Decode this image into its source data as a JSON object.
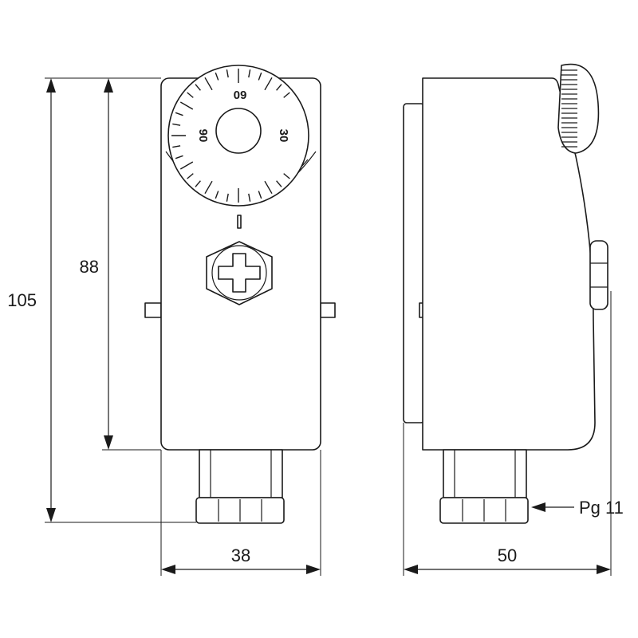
{
  "dimensions": {
    "total_height": "105",
    "body_height": "88",
    "front_width": "38",
    "side_depth": "50"
  },
  "dial": {
    "top_label": "60",
    "left_label": "90",
    "right_label": "30"
  },
  "callout": {
    "gland_label": "Pg 11"
  },
  "colors": {
    "line": "#1a1a1a",
    "background": "#ffffff"
  }
}
